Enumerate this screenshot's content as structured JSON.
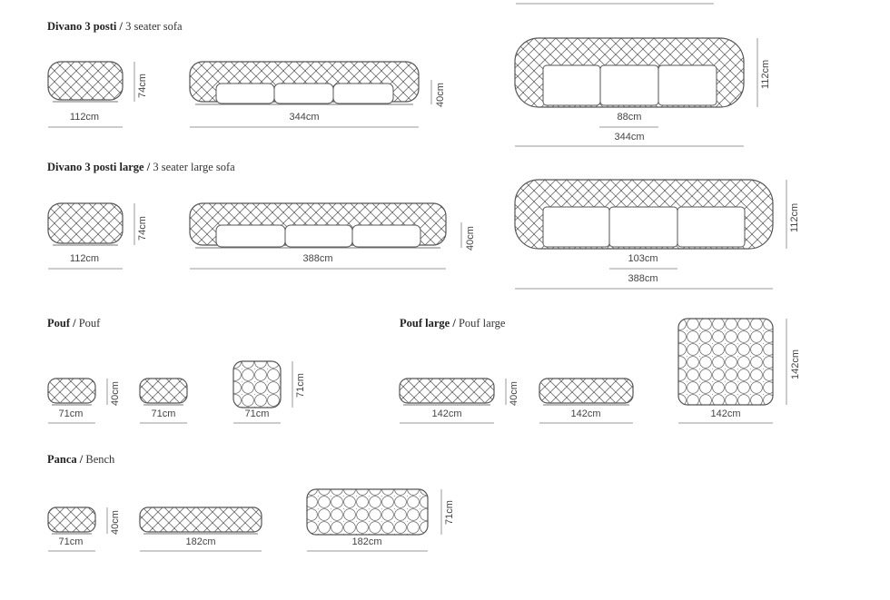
{
  "sections": {
    "divano": {
      "it": "Divano 3 posti",
      "sep": "/",
      "en": "3 seater sofa"
    },
    "divano_large": {
      "it": "Divano 3 posti large",
      "sep": "/",
      "en": "3 seater large sofa"
    },
    "pouf": {
      "it": "Pouf",
      "sep": "/",
      "en": "Pouf"
    },
    "pouf_large": {
      "it": "Pouf large",
      "sep": "/",
      "en": "Pouf large"
    },
    "panca": {
      "it": "Panca",
      "sep": "/",
      "en": "Bench"
    }
  },
  "dims": {
    "d_side_w": "112cm",
    "d_side_h": "74cm",
    "d_front_w": "344cm",
    "d_front_h": "40cm",
    "d_top_seat": "88cm",
    "d_top_w": "344cm",
    "d_top_d": "112cm",
    "dl_side_w": "112cm",
    "dl_side_h": "74cm",
    "dl_front_w": "388cm",
    "dl_front_h": "40cm",
    "dl_top_seat": "103cm",
    "dl_top_w": "388cm",
    "dl_top_d": "112cm",
    "p_side_w": "71cm",
    "p_side_h": "40cm",
    "p_front_w": "71cm",
    "p_top_w": "71cm",
    "p_top_d": "71cm",
    "pl_side_w": "142cm",
    "pl_side_h": "40cm",
    "pl_front_w": "142cm",
    "pl_top_w": "142cm",
    "pl_top_d": "142cm",
    "b_side_w": "71cm",
    "b_side_h": "40cm",
    "b_front_w": "182cm",
    "b_top_w": "182cm",
    "b_top_d": "71cm"
  },
  "colors": {
    "stroke": "#555555",
    "pattern": "#6a6a6a",
    "dimline": "#999999",
    "text": "#333333"
  }
}
